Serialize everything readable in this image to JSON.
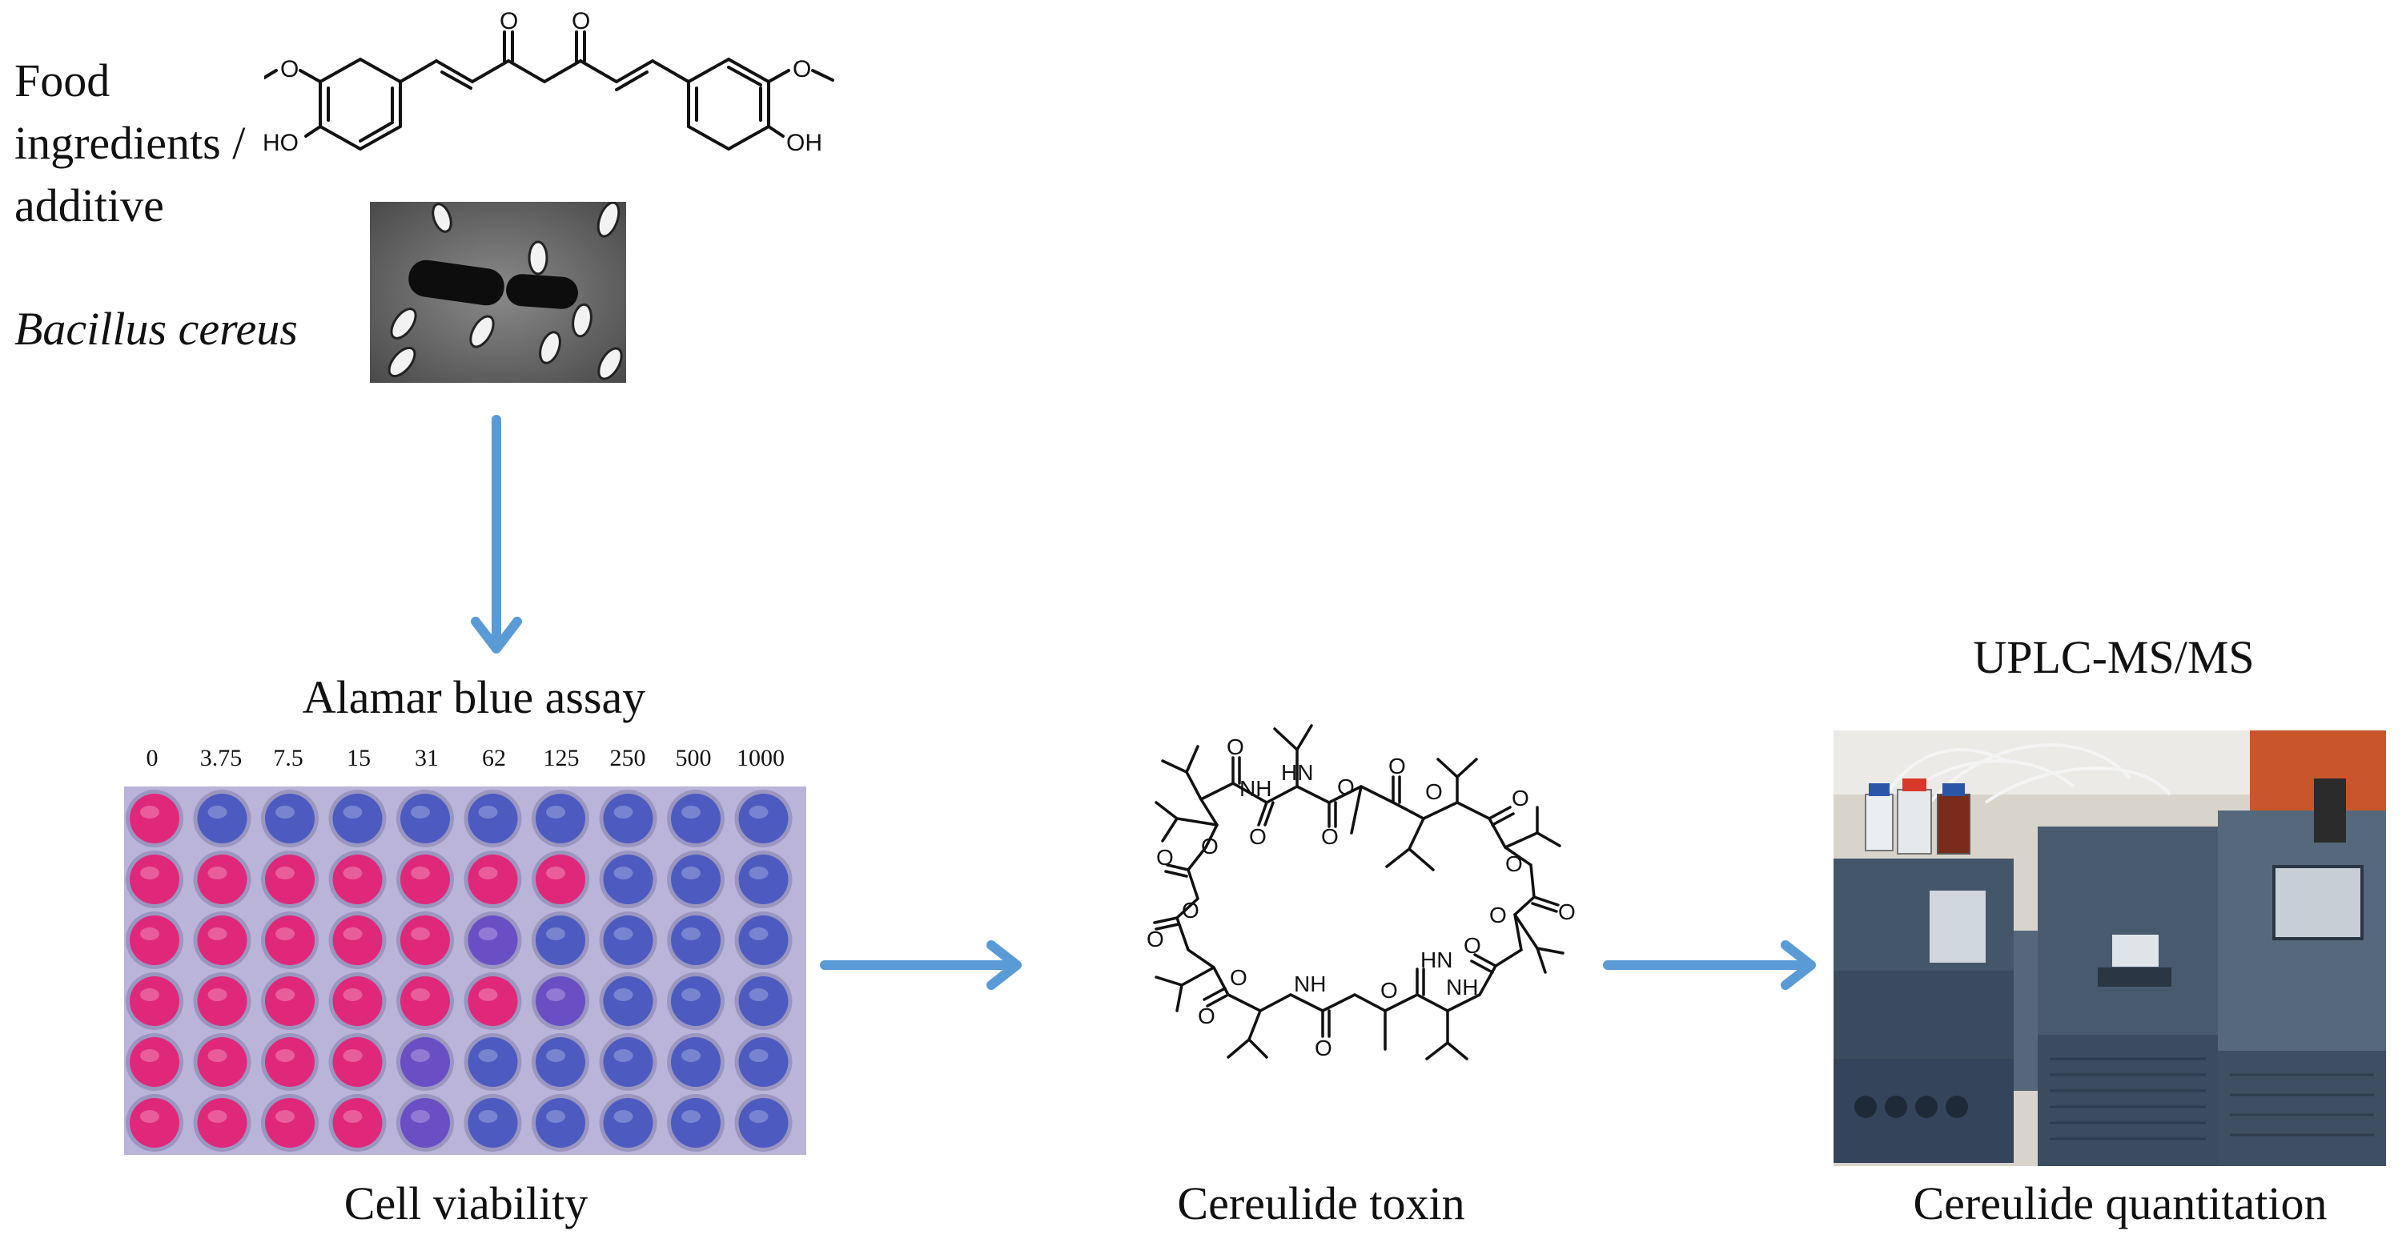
{
  "labels": {
    "food_line1": "Food",
    "food_line2": "ingredients /",
    "food_line3": "additive",
    "bacillus": "Bacillus cereus",
    "alamar": "Alamar blue assay",
    "cell_viability": "Cell viability",
    "cereulide_toxin": "Cereulide toxin",
    "uplc": "UPLC-MS/MS",
    "quantitation": "Cereulide quantitation"
  },
  "concentrations": [
    "0",
    "3.75",
    "7.5",
    "15",
    "31",
    "62",
    "125",
    "250",
    "500",
    "1000"
  ],
  "curcumin_atoms": {
    "methoxy_left": "O",
    "hydroxy_left": "HO",
    "keto1": "O",
    "keto2": "O",
    "methoxy_right": "O",
    "hydroxy_right": "OH"
  },
  "cereulide_atoms": [
    "O",
    "O",
    "O",
    "NH",
    "O",
    "O",
    "O",
    "HN",
    "O",
    "O",
    "O",
    "O",
    "O",
    "HN",
    "O",
    "O",
    "O",
    "O",
    "NH",
    "O",
    "NH",
    "O",
    "O",
    "O"
  ],
  "colors": {
    "arrow": "#5b9bd5",
    "well_pink": "#e0287a",
    "well_purple": "#6a4fc4",
    "well_blue": "#4d5bc0",
    "plate_bg": "#b9b4d8",
    "instrument": "#3f4f62",
    "instrument_bg": "#c9552a"
  }
}
